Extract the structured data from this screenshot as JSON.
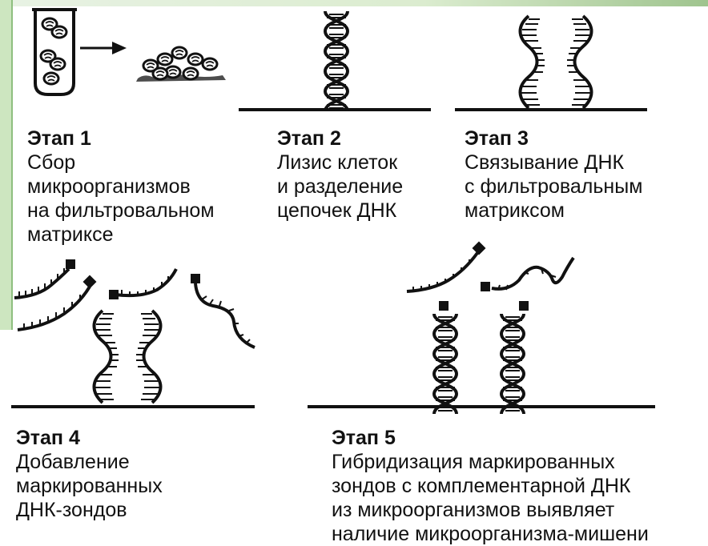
{
  "stages": [
    {
      "title": "Этап 1",
      "lines": [
        "Сбор",
        "микроорганизмов",
        "на фильтровальном",
        "матриксе"
      ]
    },
    {
      "title": "Этап 2",
      "lines": [
        "Лизис клеток",
        "и разделение",
        "цепочек ДНК"
      ]
    },
    {
      "title": "Этап 3",
      "lines": [
        "Связывание ДНК",
        "с фильтровальным",
        "матриксом"
      ]
    },
    {
      "title": "Этап 4",
      "lines": [
        "Добавление",
        "маркированных",
        "ДНК-зондов"
      ]
    },
    {
      "title": "Этап 5",
      "lines": [
        "Гибридизация маркированных",
        "зондов с комплементарной ДНК",
        "из микроорганизмов выявляет",
        "наличие микроорганизма-мишени"
      ]
    }
  ],
  "colors": {
    "ink": "#111111",
    "background": "#ffffff",
    "accent_green": "#cde6c0"
  },
  "icons": [
    "test-tube",
    "arrow-right",
    "microorganism-cluster",
    "dna-double-helix",
    "dna-single-strand",
    "dna-probe-label"
  ]
}
